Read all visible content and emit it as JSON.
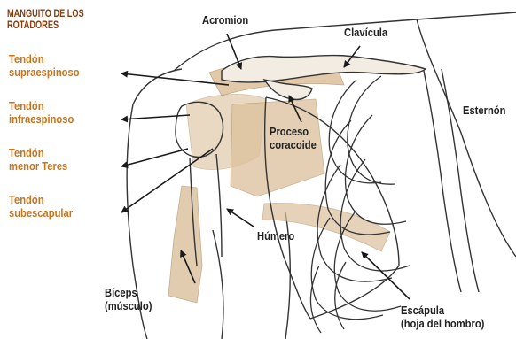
{
  "group_title": [
    "MANGUITO DE LOS",
    "ROTADORES"
  ],
  "left_labels": [
    [
      "Tendón",
      "supraespinoso"
    ],
    [
      "Tendón",
      "infraespinoso"
    ],
    [
      "Tendón",
      "menor  Teres"
    ],
    [
      "Tendón",
      "subescapular"
    ]
  ],
  "acromion": "Acromion",
  "clavicula": "Clavícula",
  "esternon": "Esternón",
  "proceso": [
    "Proceso",
    "coracoide"
  ],
  "humero": "Húmero",
  "biceps": [
    "Bíceps",
    "(músculo)"
  ],
  "escapula": [
    "Escápula",
    "(hoja del hombro)"
  ],
  "colors": {
    "label_orange": "#c8741c",
    "heading_brown": "#8a3b0c",
    "muscle_tan": "#dcc09c",
    "line": "#1a1a1a"
  }
}
